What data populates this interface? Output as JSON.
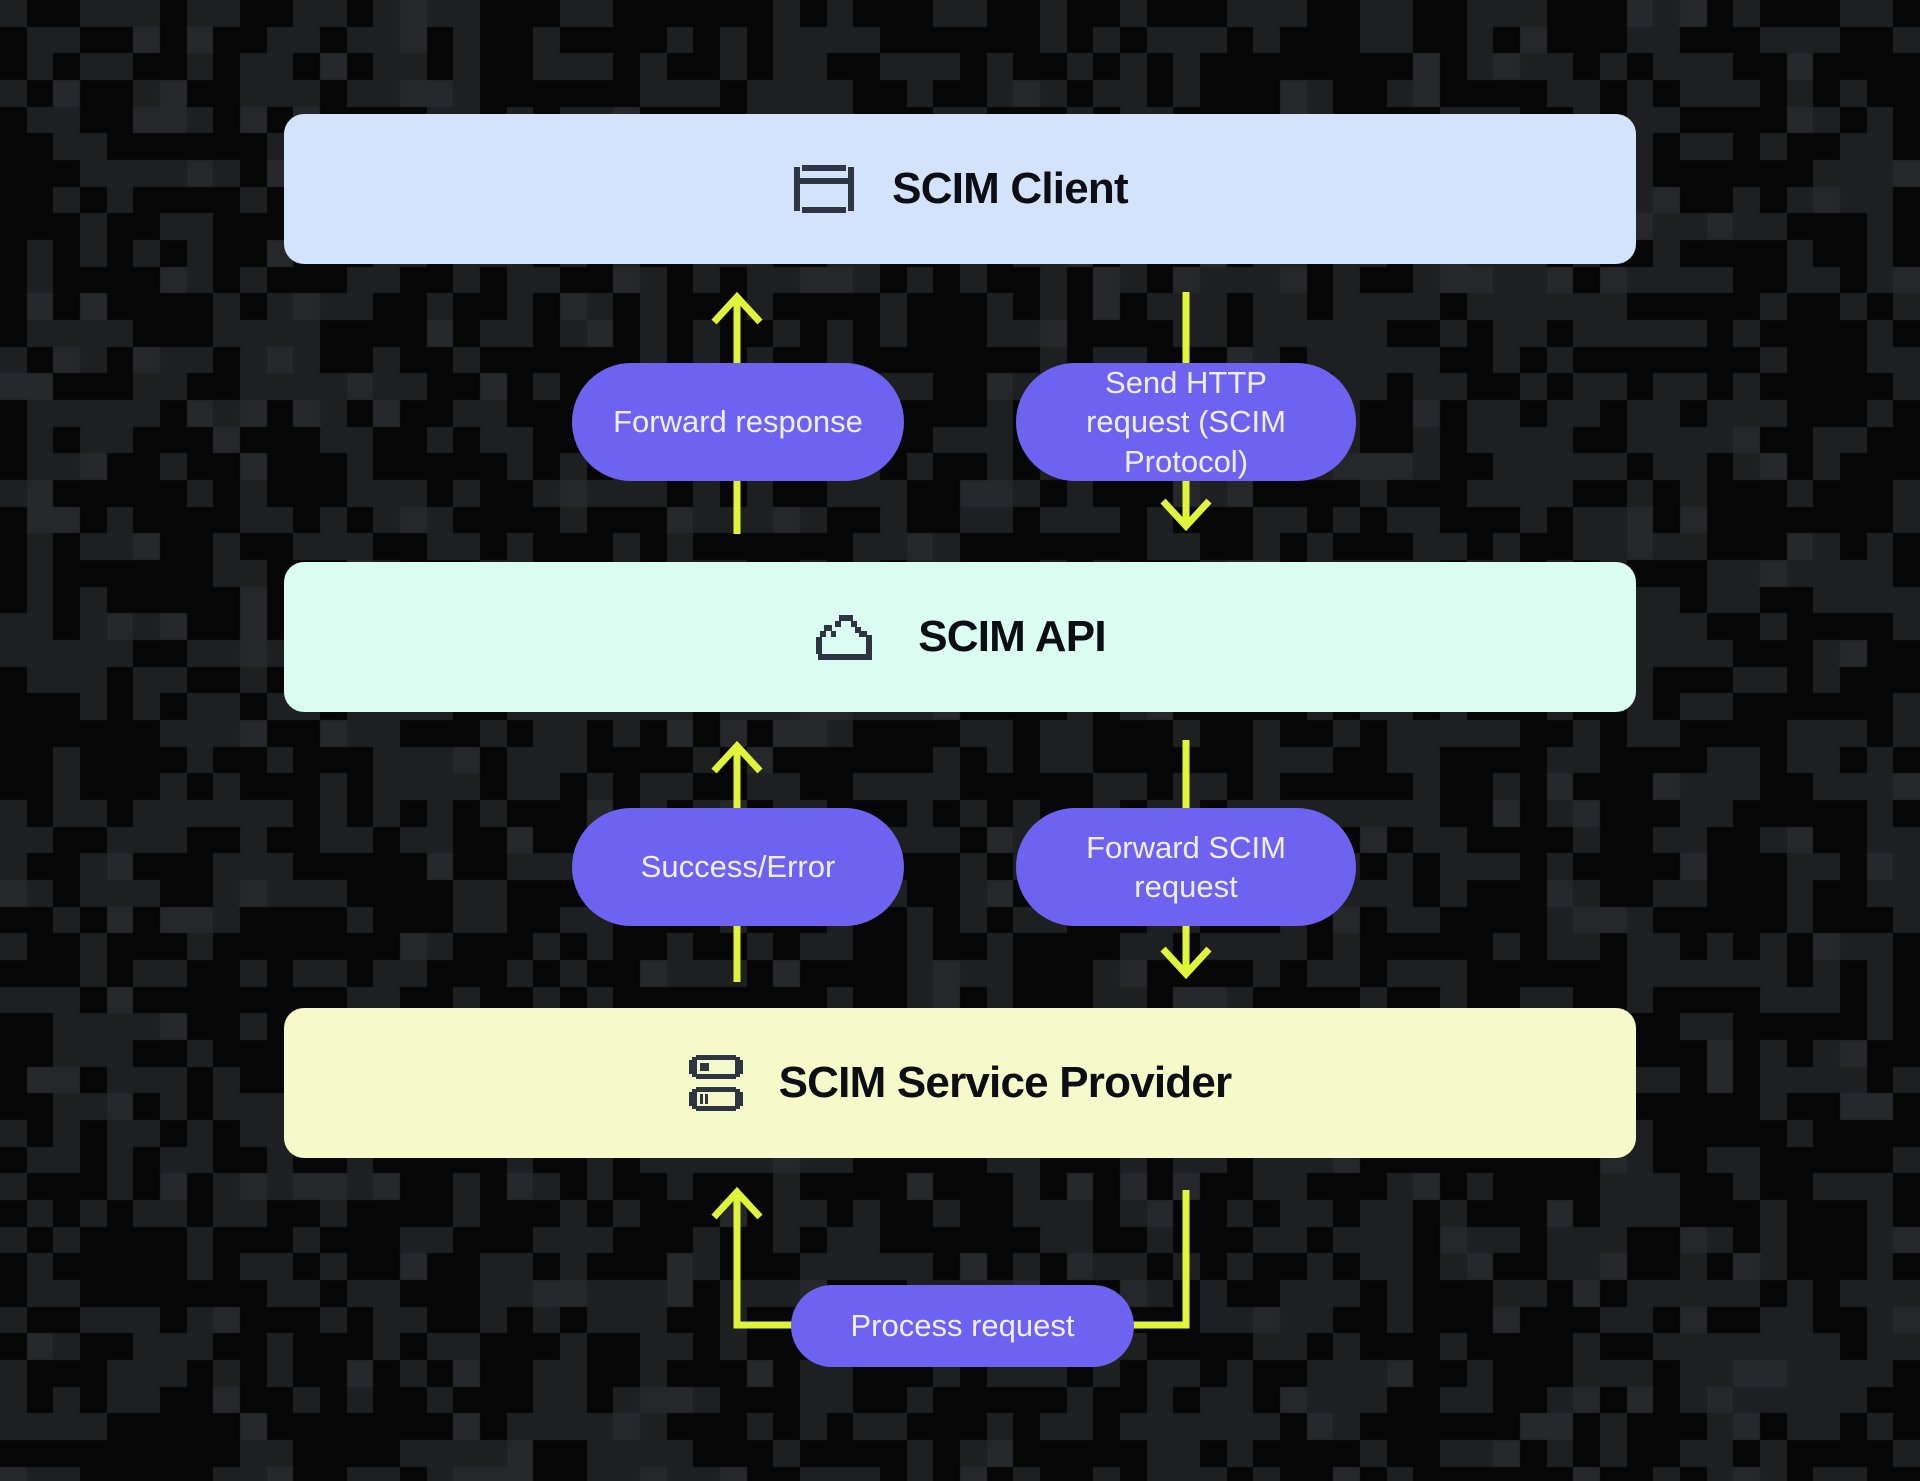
{
  "theme": {
    "page_bg": "#060607",
    "mosaic_dark": "#060607",
    "mosaic_light": "#1e1f21",
    "mosaic_lighter": "#26272a",
    "node_text": "#0c0e13",
    "icon": "#2e3542",
    "pill_bg": "#6e63f1",
    "pill_text": "#f0eefc",
    "arrow": "#e1f43c"
  },
  "nodes": {
    "client": {
      "label": "SCIM Client",
      "icon": "browser-window-icon",
      "bg": "#d3e3fc"
    },
    "api": {
      "label": "SCIM API",
      "icon": "cloud-icon",
      "bg": "#dafcf1"
    },
    "service": {
      "label": "SCIM Service Provider",
      "icon": "server-stack-icon",
      "bg": "#f6facb"
    }
  },
  "edges": {
    "forward_response": {
      "label": "Forward response",
      "direction": "up",
      "from": "api",
      "to": "client"
    },
    "send_http_request": {
      "label": "Send HTTP request (SCIM Protocol)",
      "direction": "down",
      "from": "client",
      "to": "api"
    },
    "success_error": {
      "label": "Success/Error",
      "direction": "up",
      "from": "service",
      "to": "api"
    },
    "forward_scim_request": {
      "label": "Forward SCIM request",
      "direction": "down",
      "from": "api",
      "to": "service"
    },
    "process_request": {
      "label": "Process request",
      "direction": "loop",
      "from": "service",
      "to": "service"
    }
  }
}
